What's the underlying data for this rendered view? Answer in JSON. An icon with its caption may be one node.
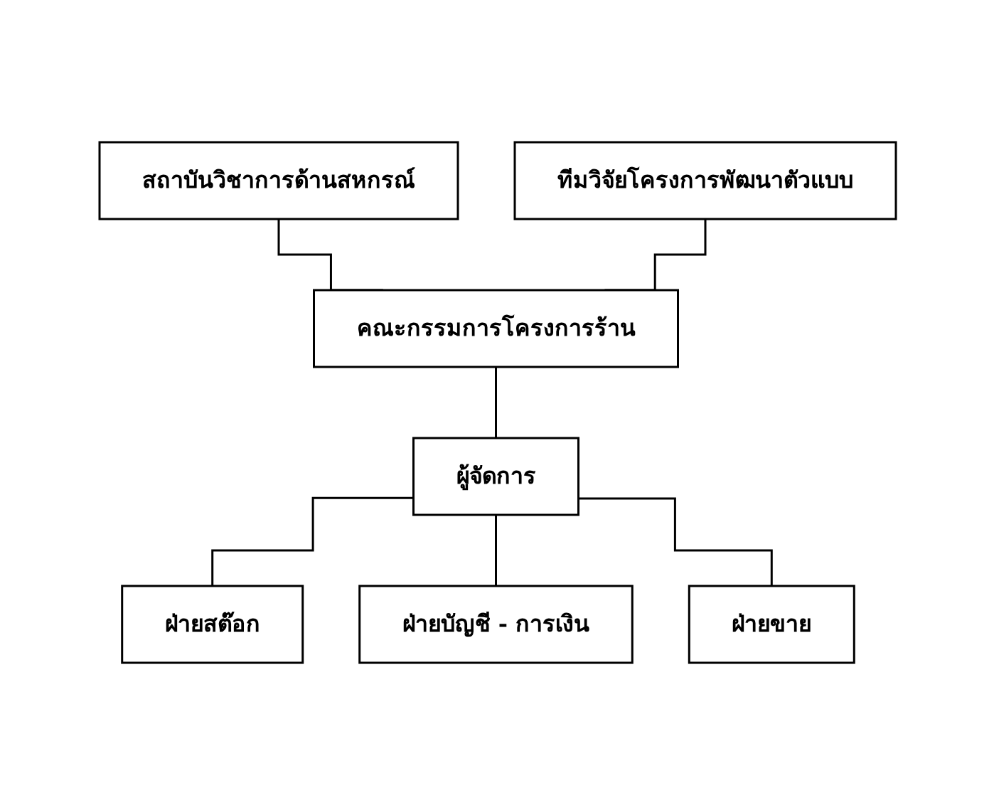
{
  "diagram": {
    "nodes": [
      {
        "text": [
          "สถาบันวิชาการด้านสหกรณ์"
        ]
      },
      {
        "text": [
          "ทีมวิจัยโครงการพัฒนาตัวแบบ"
        ]
      },
      {
        "text": [
          "คณะกรรมการโครงการร้าน"
        ]
      },
      {
        "text": [
          "ผู้จัดการ"
        ]
      },
      {
        "text": [
          "ฝ่ายสต๊อก"
        ]
      },
      {
        "text": [
          "ฝ่ายบัญชี - การเงิน"
        ]
      },
      {
        "text": [
          "ฝ่ายขาย"
        ]
      }
    ],
    "edges": [
      {
        "from": 0,
        "to": 2,
        "arrow": "none"
      },
      {
        "from": 1,
        "to": 2,
        "arrow": "none"
      },
      {
        "from": 2,
        "to": 3,
        "arrow": "none"
      },
      {
        "from": 3,
        "to": 4,
        "arrow": "none"
      },
      {
        "from": 3,
        "to": 5,
        "arrow": "none"
      },
      {
        "from": 3,
        "to": 6,
        "arrow": "none"
      }
    ]
  }
}
